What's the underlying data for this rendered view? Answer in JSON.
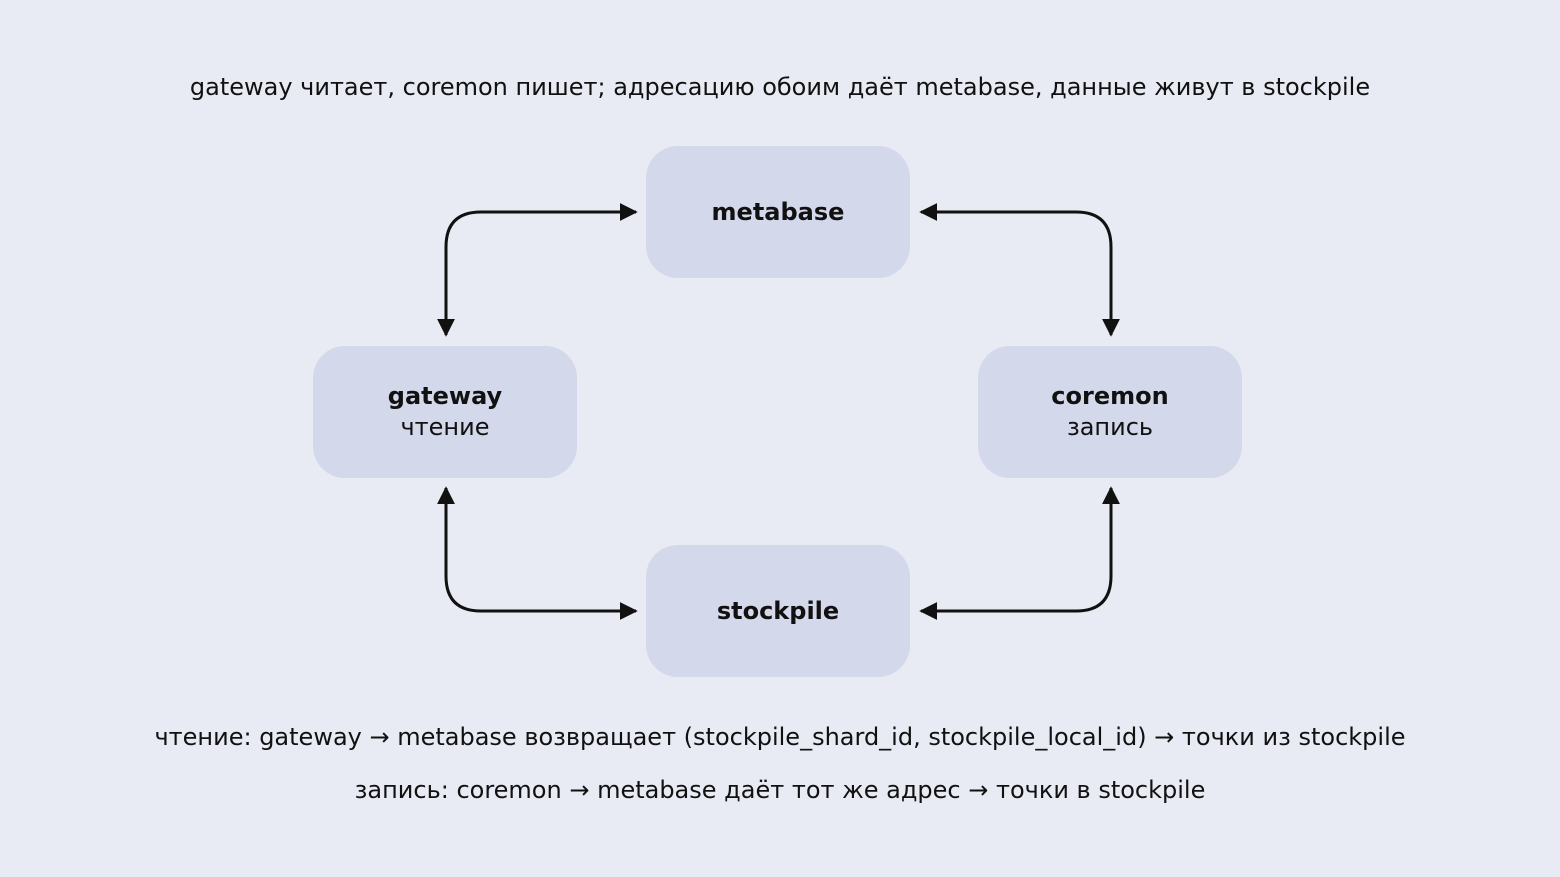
{
  "title": "gateway читает, coremon пишет; адресацию обоим даёт metabase, данные живут в stockpile",
  "nodes": {
    "metabase": {
      "name": "metabase"
    },
    "gateway": {
      "name": "gateway",
      "role": "чтение"
    },
    "coremon": {
      "name": "coremon",
      "role": "запись"
    },
    "stockpile": {
      "name": "stockpile"
    }
  },
  "edges": [
    {
      "from": "gateway",
      "to": "metabase",
      "direction": "both"
    },
    {
      "from": "coremon",
      "to": "metabase",
      "direction": "both"
    },
    {
      "from": "gateway",
      "to": "stockpile",
      "direction": "both"
    },
    {
      "from": "coremon",
      "to": "stockpile",
      "direction": "both"
    }
  ],
  "notes": {
    "read": "чтение: gateway → metabase возвращает (stockpile_shard_id, stockpile_local_id) → точки из stockpile",
    "write": "запись: coremon → metabase даёт тот же адрес → точки в stockpile"
  },
  "colors": {
    "background": "#e8ebf3",
    "node_fill": "#d3d8ea",
    "arrow": "#111111"
  }
}
